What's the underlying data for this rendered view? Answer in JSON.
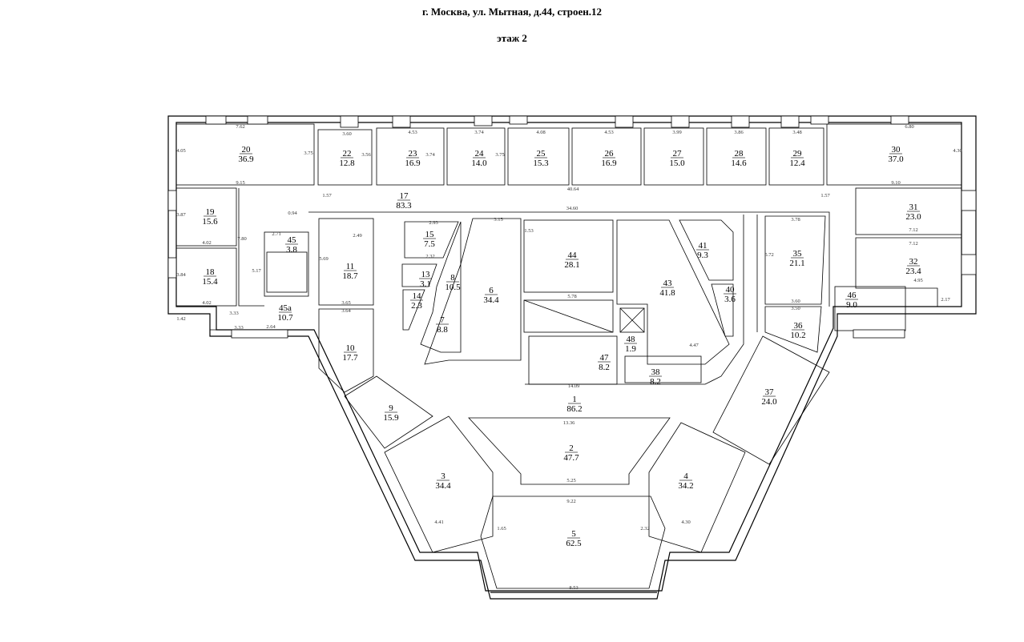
{
  "header": {
    "address": "г. Москва, ул. Мытная, д.44, строен.12",
    "floor": "этаж 2"
  },
  "rooms": [
    {
      "no": "20",
      "area": "36.9"
    },
    {
      "no": "22",
      "area": "12.8"
    },
    {
      "no": "23",
      "area": "16.9"
    },
    {
      "no": "24",
      "area": "14.0"
    },
    {
      "no": "25",
      "area": "15.3"
    },
    {
      "no": "26",
      "area": "16.9"
    },
    {
      "no": "27",
      "area": "15.0"
    },
    {
      "no": "28",
      "area": "14.6"
    },
    {
      "no": "29",
      "area": "12.4"
    },
    {
      "no": "30",
      "area": "37.0"
    },
    {
      "no": "17",
      "area": "83.3"
    },
    {
      "no": "19",
      "area": "15.6"
    },
    {
      "no": "18",
      "area": "15.4"
    },
    {
      "no": "45",
      "area": "3.8"
    },
    {
      "no": "45a",
      "area": "10.7"
    },
    {
      "no": "11",
      "area": "18.7"
    },
    {
      "no": "15",
      "area": "7.5"
    },
    {
      "no": "13",
      "area": "3.1"
    },
    {
      "no": "8",
      "area": "10.5"
    },
    {
      "no": "14",
      "area": "2.3"
    },
    {
      "no": "7",
      "area": "8.8"
    },
    {
      "no": "6",
      "area": "34.4"
    },
    {
      "no": "44",
      "area": "28.1"
    },
    {
      "no": "43",
      "area": "41.8"
    },
    {
      "no": "41",
      "area": "9.3"
    },
    {
      "no": "40",
      "area": "3.6"
    },
    {
      "no": "35",
      "area": "21.1"
    },
    {
      "no": "36",
      "area": "10.2"
    },
    {
      "no": "31",
      "area": "23.0"
    },
    {
      "no": "32",
      "area": "23.4"
    },
    {
      "no": "46",
      "area": "9.0"
    },
    {
      "no": "48",
      "area": "1.9"
    },
    {
      "no": "47",
      "area": "8.2"
    },
    {
      "no": "38",
      "area": "8.2"
    },
    {
      "no": "1",
      "area": "86.2"
    },
    {
      "no": "10",
      "area": "17.7"
    },
    {
      "no": "9",
      "area": "15.9"
    },
    {
      "no": "37",
      "area": "24.0"
    },
    {
      "no": "2",
      "area": "47.7"
    },
    {
      "no": "3",
      "area": "34.4"
    },
    {
      "no": "4",
      "area": "34.2"
    },
    {
      "no": "5",
      "area": "62.5"
    }
  ],
  "dimensions": [
    "7.62",
    "3.60",
    "4.53",
    "3.74",
    "4.08",
    "4.53",
    "3.99",
    "3.86",
    "3.48",
    "6.80",
    "9.15",
    "40.64",
    "9.10",
    "34.60",
    "4.05",
    "3.75",
    "3.56",
    "3.74",
    "3.75",
    "4.30",
    "1.57",
    "1.57",
    "4.02",
    "4.02",
    "3.87",
    "3.84",
    "7.80",
    "5.17",
    "3.33",
    "3.33",
    "2.64",
    "1.42",
    "2.71",
    "0.94",
    "3.65",
    "3.64",
    "5.69",
    "2.49",
    "2.32",
    "2.93",
    "3.15",
    "5.78",
    "1.53",
    "4.47",
    "3.78",
    "5.72",
    "3.60",
    "3.50",
    "7.12",
    "7.12",
    "4.95",
    "2.17",
    "13.36",
    "14.09",
    "5.25",
    "9.22",
    "8.53",
    "4.41",
    "4.30",
    "1.65",
    "2.32"
  ]
}
